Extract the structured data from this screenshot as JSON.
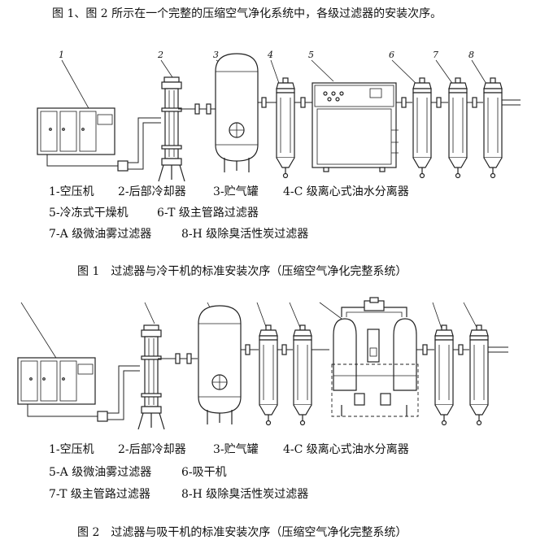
{
  "intro": "图 1、图 2 所示在一个完整的压缩空气净化系统中，各级过滤器的安装次序。",
  "figure1": {
    "numbers": [
      "1",
      "2",
      "3",
      "4",
      "5",
      "6",
      "7",
      "8"
    ],
    "legend": [
      [
        "1-空压机",
        "2-后部冷却器",
        "3-贮气罐",
        "4-C 级离心式油水分离器"
      ],
      [
        "5-冷冻式干燥机",
        "6-T 级主管路过滤器"
      ],
      [
        "7-A 级微油雾过滤器",
        "8-H 级除臭活性炭过滤器"
      ]
    ],
    "caption": "图 1　过滤器与冷干机的标准安装次序（压缩空气净化完整系统）"
  },
  "figure2": {
    "legend": [
      [
        "1-空压机",
        "2-后部冷却器",
        "3-贮气罐",
        "4-C 级离心式油水分离器"
      ],
      [
        "5-A 级微油雾过滤器",
        "6-吸干机"
      ],
      [
        "7-T 级主管路过滤器",
        "8-H 级除臭活性炭过滤器"
      ]
    ],
    "caption": "图 2　过滤器与吸干机的标准安装次序（压缩空气净化完整系统）"
  }
}
